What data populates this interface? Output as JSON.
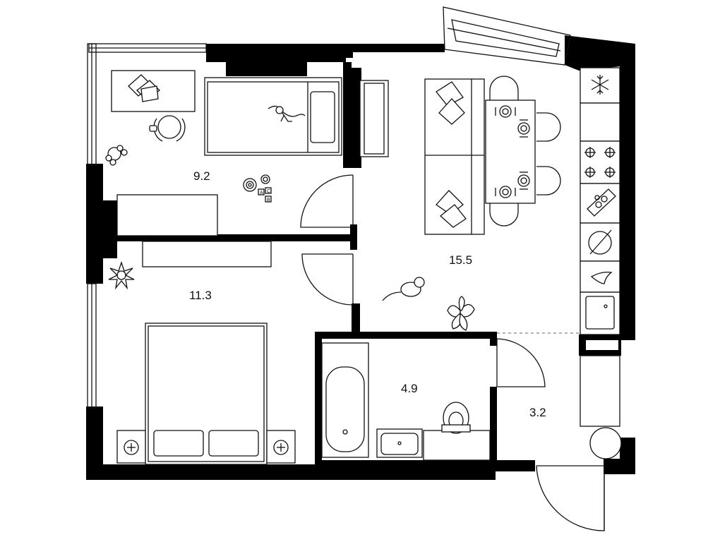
{
  "plan": {
    "rooms": [
      {
        "id": "children-room",
        "area": "9.2"
      },
      {
        "id": "bedroom",
        "area": "11.3"
      },
      {
        "id": "kitchen-living",
        "area": "15.5"
      },
      {
        "id": "bathroom",
        "area": "4.9"
      },
      {
        "id": "hallway",
        "area": "3.2"
      }
    ],
    "toy_blocks": [
      "A",
      "C",
      "B"
    ]
  }
}
